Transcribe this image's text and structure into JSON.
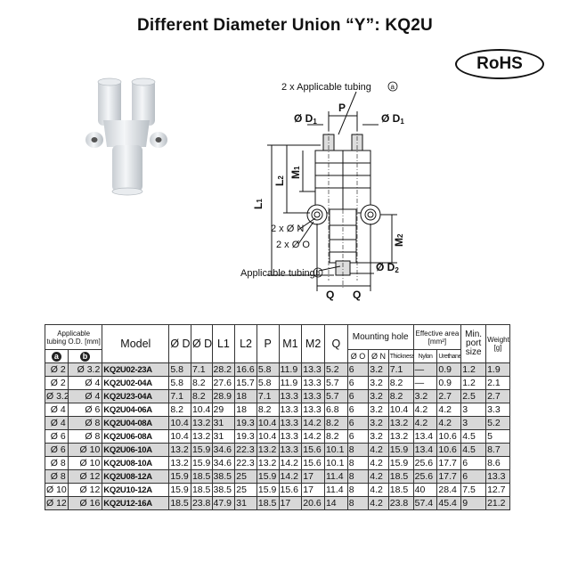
{
  "title": "Different Diameter Union “Y”: KQ2U",
  "rohs": "RoHS",
  "drawing": {
    "label_tubing_a": "2 x Applicable tubing",
    "label_tubing_b": "Applicable tubing",
    "circ_a": "a",
    "circ_b": "b",
    "p": "P",
    "d1_left": "Ø D",
    "d1_right": "Ø D",
    "sub_1": "1",
    "sub_2": "2",
    "m": "M",
    "l": "L",
    "n_label": "2 x Ø N",
    "o_label": "2 x Ø O",
    "d2": "Ø D",
    "q": "Q"
  },
  "table": {
    "headers": {
      "applicable_line1": "Applicable",
      "applicable_line2": "tubing O.D. [mm]",
      "circ_a": "a",
      "circ_b": "b",
      "model": "Model",
      "d1": "Ø D1",
      "d2": "Ø D2",
      "l1": "L1",
      "l2": "L2",
      "p": "P",
      "m1": "M1",
      "m2": "M2",
      "q": "Q",
      "mounting_hole": "Mounting hole",
      "o": "Ø O",
      "n": "Ø N",
      "thickness": "Thickness",
      "effective_area_line1": "Effective area",
      "effective_area_line2": "[mm²]",
      "nylon": "Nylon",
      "urethane": "Urethane",
      "min_port": "Min. port size",
      "weight": "Weight [g]"
    },
    "rows": [
      [
        "Ø 2",
        "Ø 3.2",
        "KQ2U02-23A",
        "5.8",
        "7.1",
        "28.2",
        "16.6",
        "5.8",
        "11.9",
        "13.3",
        "5.2",
        "6",
        "3.2",
        "7.1",
        "—",
        "0.9",
        "1.2",
        "1.9"
      ],
      [
        "Ø 2",
        "Ø 4",
        "KQ2U02-04A",
        "5.8",
        "8.2",
        "27.6",
        "15.7",
        "5.8",
        "11.9",
        "13.3",
        "5.7",
        "6",
        "3.2",
        "8.2",
        "—",
        "0.9",
        "1.2",
        "2.1"
      ],
      [
        "Ø 3.2",
        "Ø 4",
        "KQ2U23-04A",
        "7.1",
        "8.2",
        "28.9",
        "18",
        "7.1",
        "13.3",
        "13.3",
        "5.7",
        "6",
        "3.2",
        "8.2",
        "3.2",
        "2.7",
        "2.5",
        "2.7"
      ],
      [
        "Ø 4",
        "Ø 6",
        "KQ2U04-06A",
        "8.2",
        "10.4",
        "29",
        "18",
        "8.2",
        "13.3",
        "13.3",
        "6.8",
        "6",
        "3.2",
        "10.4",
        "4.2",
        "4.2",
        "3",
        "3.3"
      ],
      [
        "Ø 4",
        "Ø 8",
        "KQ2U04-08A",
        "10.4",
        "13.2",
        "31",
        "19.3",
        "10.4",
        "13.3",
        "14.2",
        "8.2",
        "6",
        "3.2",
        "13.2",
        "4.2",
        "4.2",
        "3",
        "5.2"
      ],
      [
        "Ø 6",
        "Ø 8",
        "KQ2U06-08A",
        "10.4",
        "13.2",
        "31",
        "19.3",
        "10.4",
        "13.3",
        "14.2",
        "8.2",
        "6",
        "3.2",
        "13.2",
        "13.4",
        "10.6",
        "4.5",
        "5"
      ],
      [
        "Ø 6",
        "Ø 10",
        "KQ2U06-10A",
        "13.2",
        "15.9",
        "34.6",
        "22.3",
        "13.2",
        "13.3",
        "15.6",
        "10.1",
        "8",
        "4.2",
        "15.9",
        "13.4",
        "10.6",
        "4.5",
        "8.7"
      ],
      [
        "Ø 8",
        "Ø 10",
        "KQ2U08-10A",
        "13.2",
        "15.9",
        "34.6",
        "22.3",
        "13.2",
        "14.2",
        "15.6",
        "10.1",
        "8",
        "4.2",
        "15.9",
        "25.6",
        "17.7",
        "6",
        "8.6"
      ],
      [
        "Ø 8",
        "Ø 12",
        "KQ2U08-12A",
        "15.9",
        "18.5",
        "38.5",
        "25",
        "15.9",
        "14.2",
        "17",
        "11.4",
        "8",
        "4.2",
        "18.5",
        "25.6",
        "17.7",
        "6",
        "13.3"
      ],
      [
        "Ø 10",
        "Ø 12",
        "KQ2U10-12A",
        "15.9",
        "18.5",
        "38.5",
        "25",
        "15.9",
        "15.6",
        "17",
        "11.4",
        "8",
        "4.2",
        "18.5",
        "40",
        "28.4",
        "7.5",
        "12.7"
      ],
      [
        "Ø 12",
        "Ø 16",
        "KQ2U12-16A",
        "18.5",
        "23.8",
        "47.9",
        "31",
        "18.5",
        "17",
        "20.6",
        "14",
        "8",
        "4.2",
        "23.8",
        "57.4",
        "45.4",
        "9",
        "21.2"
      ]
    ]
  }
}
